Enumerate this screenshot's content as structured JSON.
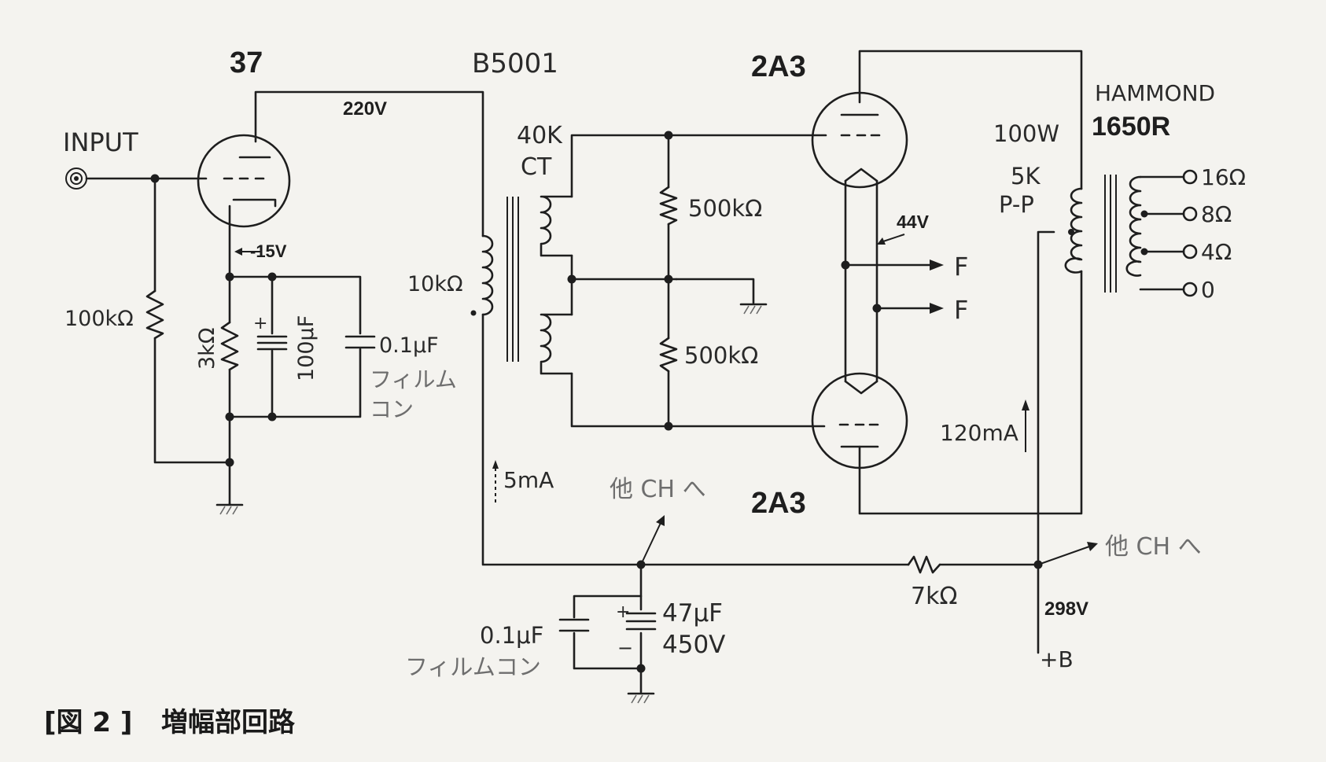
{
  "tubes": {
    "driver": "37",
    "output_top": "2A3",
    "output_bottom": "2A3"
  },
  "transformers": {
    "interstage": "B5001",
    "interstage_secondary": "40K",
    "interstage_ct": "CT",
    "interstage_primary": "10kΩ",
    "output_brand": "HAMMOND",
    "output_model": "1650R",
    "output_power": "100W",
    "output_imp": "5K",
    "output_pp": "P-P",
    "taps": [
      "16Ω",
      "8Ω",
      "4Ω",
      "0"
    ]
  },
  "labels": {
    "input": "INPUT",
    "plate_voltage": "220V",
    "cathode_voltage": "-15V",
    "filament_voltage": "44V",
    "grid_r": "100kΩ",
    "cathode_r": "3kΩ",
    "cathode_cap": "100μF",
    "bypass_cap": "0.1μF",
    "film_cap_a": "フィルム",
    "film_cap_b": "コン",
    "bias_r_top": "500kΩ",
    "bias_r_bottom": "500kΩ",
    "filament_1": "F",
    "filament_2": "F",
    "current_driver": "5mA",
    "current_output": "120mA",
    "to_other_ch_1": "他 CH へ",
    "to_other_ch_2": "他 CH へ",
    "dropping_r": "7kΩ",
    "supply_voltage": "298V",
    "b_plus": "+B",
    "psu_film_cap": "0.1μF",
    "psu_film_cap_name": "フィルムコン",
    "psu_elec_cap": "47μF",
    "psu_elec_cap_v": "450V"
  },
  "caption": {
    "number": "[図 2 ]",
    "title": "増幅部回路"
  }
}
